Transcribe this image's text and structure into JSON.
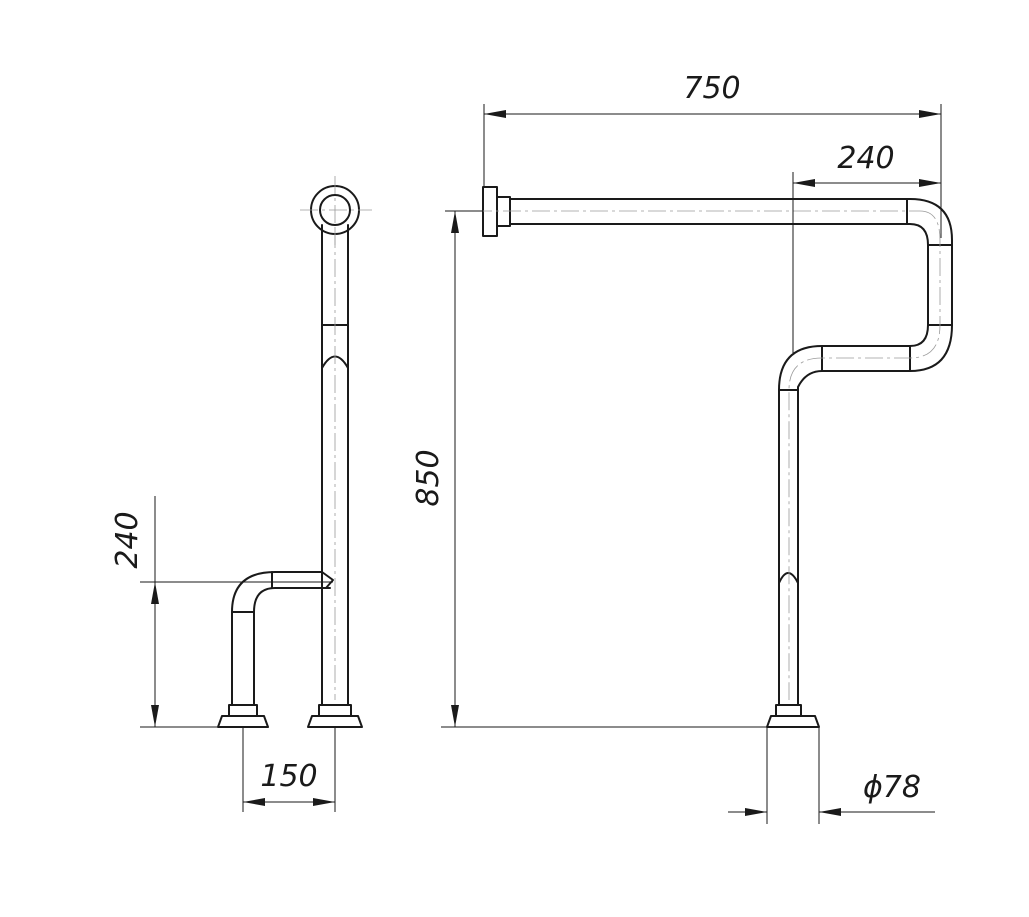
{
  "dimensions": {
    "total_length": "750",
    "upper_offset": "240",
    "total_height": "850",
    "side_offset_height": "240",
    "foot_spacing": "150",
    "flange_diameter": "ϕ78"
  }
}
